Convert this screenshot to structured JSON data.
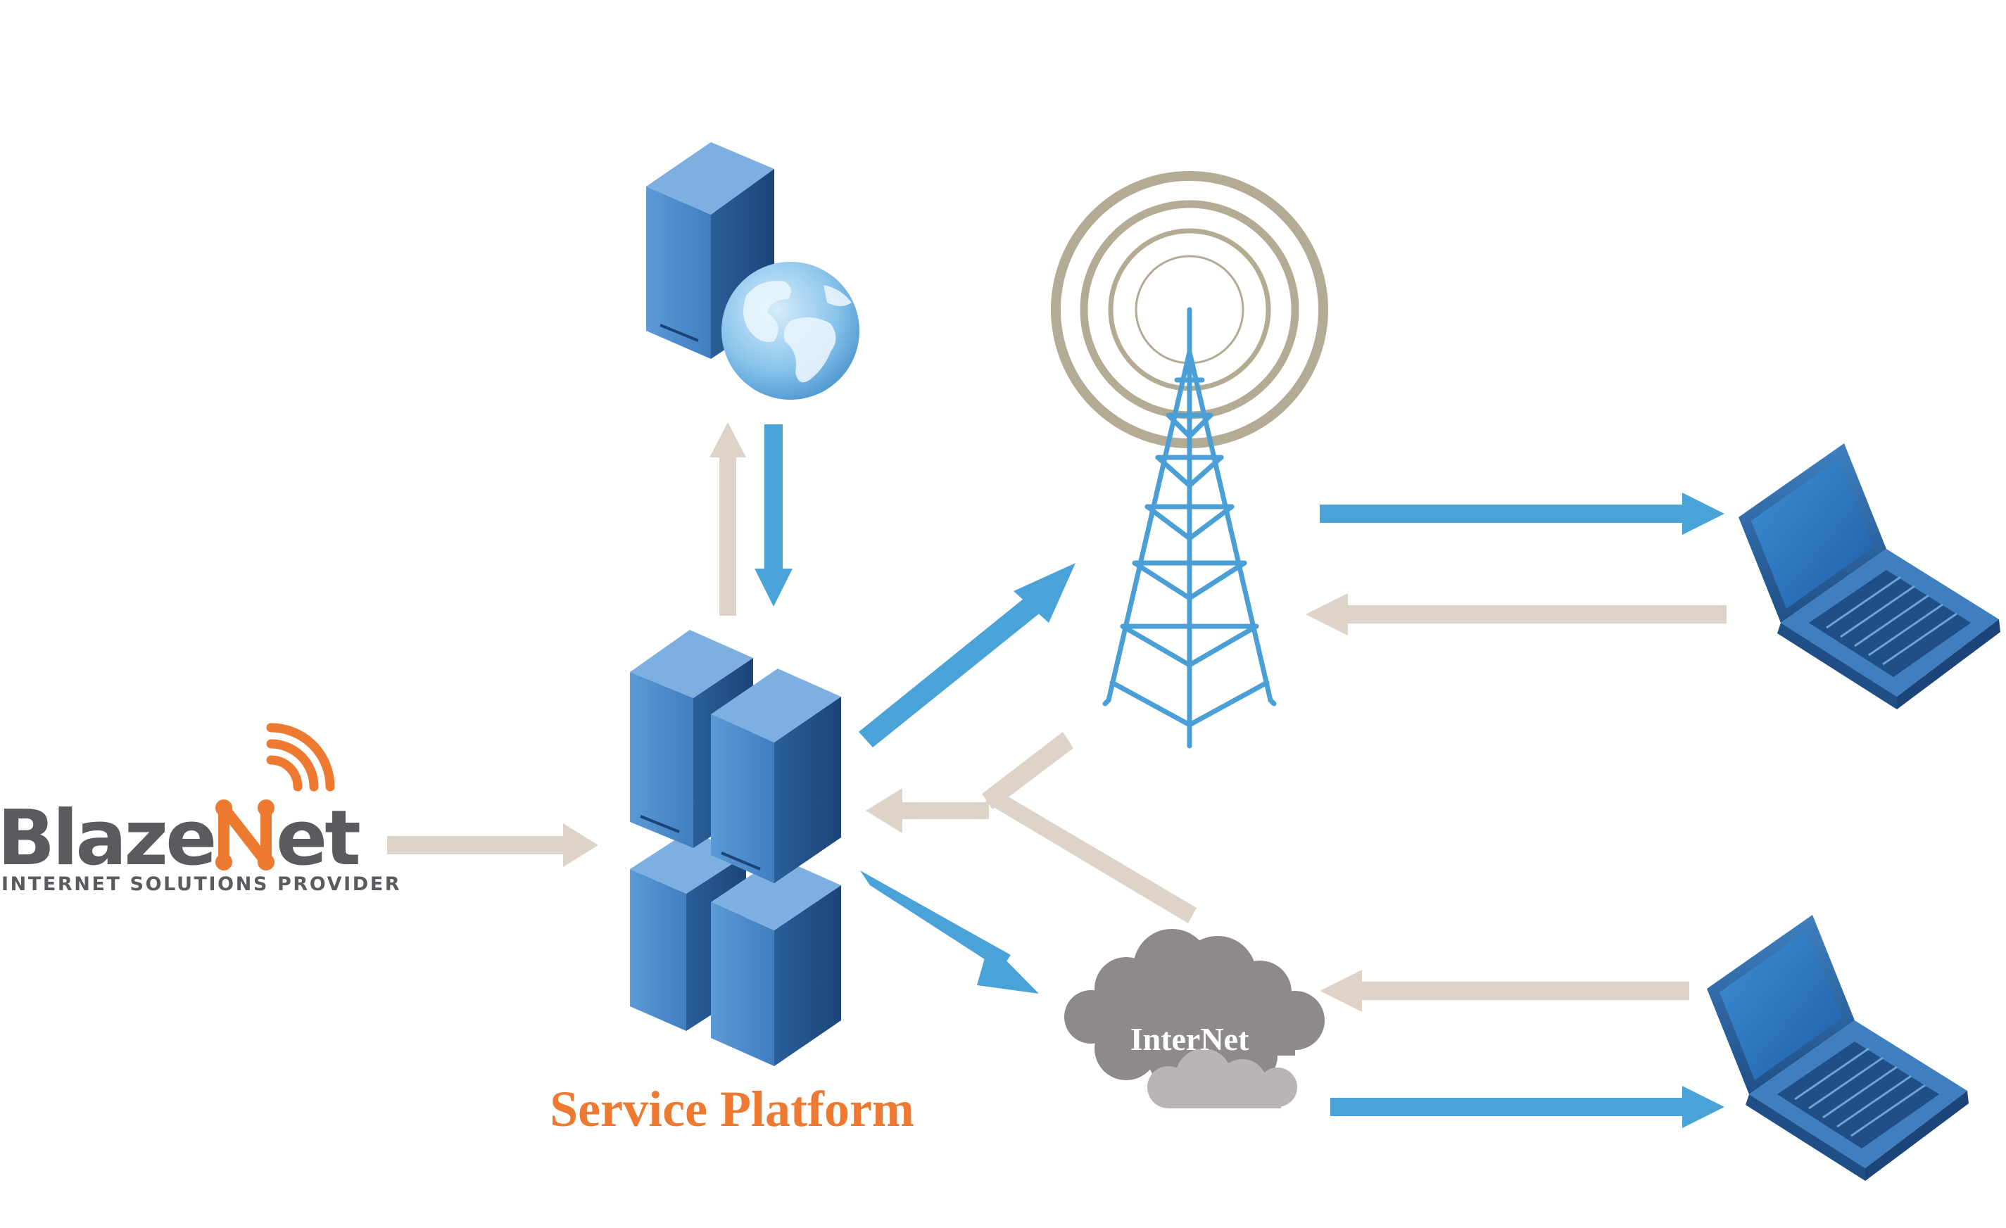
{
  "logo": {
    "name_part1": "Blaze",
    "name_part2": "Net",
    "tagline": "INTERNET SOLUTIONS PROVIDER"
  },
  "nodes": {
    "platform_label": "Service Platform",
    "cloud_label": "InterNet"
  },
  "colors": {
    "blue_arrow": "#4aa3d8",
    "beige_arrow": "#ddd3c8",
    "server_dark": "#1f4f86",
    "server_mid": "#3f7fc0",
    "server_light": "#6aa3d8",
    "tower": "#4a9fd6",
    "rings": "#b3ab93",
    "orange": "#ee7a31",
    "logo_gray": "#5a5b5f",
    "cloud_dark": "#8e8a8a",
    "cloud_light": "#b9b5b5"
  },
  "icons": [
    "web-server-icon",
    "globe-icon",
    "server-cluster-icon",
    "radio-tower-icon",
    "laptop-icon",
    "cloud-icon",
    "wifi-signal-icon"
  ]
}
